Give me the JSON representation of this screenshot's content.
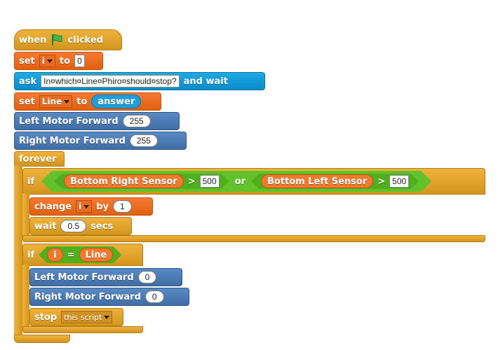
{
  "script": {
    "hat": {
      "when": "when",
      "clicked": "clicked"
    },
    "set_i": {
      "set": "set",
      "var": "i",
      "to": "to",
      "value": "0"
    },
    "ask": {
      "ask": "ask",
      "question": "In¤which¤Line¤Phiro¤should¤stop?",
      "and_wait": "and wait"
    },
    "set_line": {
      "set": "set",
      "var": "Line",
      "to": "to",
      "reporter": "answer"
    },
    "left_forward_1": {
      "label": "Left Motor Forward",
      "value": "255"
    },
    "right_forward_1": {
      "label": "Right Motor Forward",
      "value": "255"
    },
    "forever": {
      "label": "forever"
    },
    "if1": {
      "if": "if",
      "sensor_right": "Bottom Right Sensor",
      "gt1": ">",
      "value1": "500",
      "or": "or",
      "sensor_left": "Bottom Left Sensor",
      "gt2": ">",
      "value2": "500"
    },
    "change": {
      "change": "change",
      "var": "i",
      "by": "by",
      "value": "1"
    },
    "wait": {
      "wait": "wait",
      "value": "0.5",
      "secs": "secs"
    },
    "if2": {
      "if": "if",
      "var_i": "i",
      "eq": "=",
      "var_line": "Line"
    },
    "left_forward_2": {
      "label": "Left Motor Forward",
      "value": "0"
    },
    "right_forward_2": {
      "label": "Right Motor Forward",
      "value": "0"
    },
    "stop": {
      "stop": "stop",
      "option": "this script"
    }
  },
  "colors": {
    "control": "#e4a52b",
    "variables": "#f67a32",
    "sensing": "#1eaae6",
    "motion": "#4a7db8",
    "operators": "#5cb82a",
    "flag": "#3fb94b"
  },
  "icons": {
    "flag": "green-flag-icon",
    "dropdown": "dropdown-arrow-icon"
  }
}
